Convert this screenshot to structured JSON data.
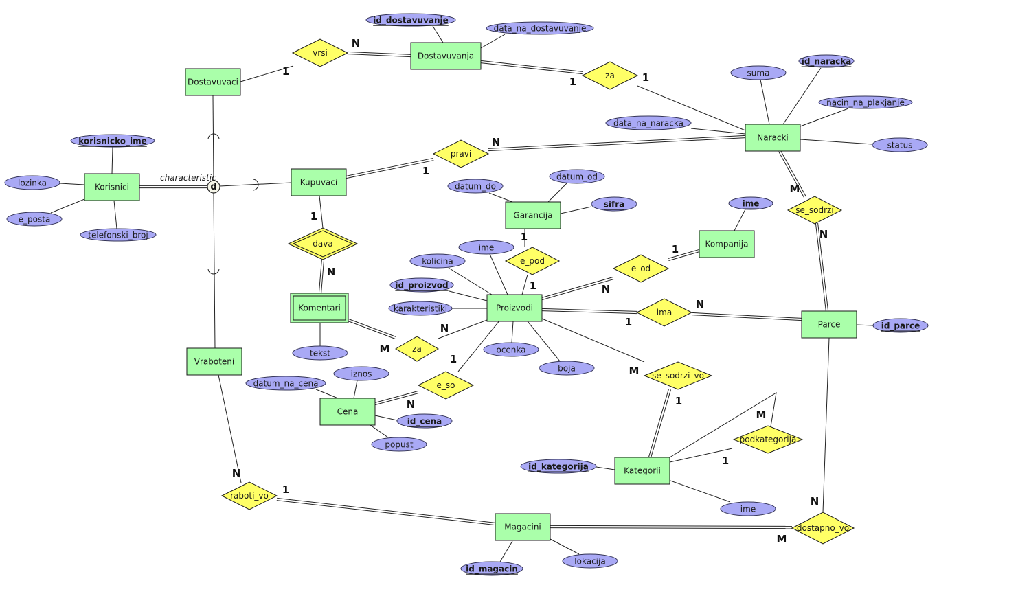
{
  "title": "ER diagram",
  "colors": {
    "entity_fill": "#aaffaa",
    "relationship_fill": "#ffff66",
    "attribute_fill": "#a9a9f5"
  },
  "entities": [
    {
      "id": "Dostavuvaci",
      "label": "Dostavuvaci",
      "weak": false
    },
    {
      "id": "Dostavuvanja",
      "label": "Dostavuvanja",
      "weak": false
    },
    {
      "id": "Naracki",
      "label": "Naracki",
      "weak": false
    },
    {
      "id": "Korisnici",
      "label": "Korisnici",
      "weak": false
    },
    {
      "id": "Kupuvaci",
      "label": "Kupuvaci",
      "weak": false
    },
    {
      "id": "Garancija",
      "label": "Garancija",
      "weak": false
    },
    {
      "id": "Kompanija",
      "label": "Kompanija",
      "weak": false
    },
    {
      "id": "Komentari",
      "label": "Komentari",
      "weak": true
    },
    {
      "id": "Proizvodi",
      "label": "Proizvodi",
      "weak": false
    },
    {
      "id": "Parce",
      "label": "Parce",
      "weak": false
    },
    {
      "id": "Vraboteni",
      "label": "Vraboteni",
      "weak": false
    },
    {
      "id": "Cena",
      "label": "Cena",
      "weak": false
    },
    {
      "id": "Kategorii",
      "label": "Kategorii",
      "weak": false
    },
    {
      "id": "Magacini",
      "label": "Magacini",
      "weak": false
    }
  ],
  "relationships": [
    {
      "id": "vrsi",
      "label": "vrsi",
      "identifying": false
    },
    {
      "id": "za1",
      "label": "za",
      "identifying": false
    },
    {
      "id": "pravi",
      "label": "pravi",
      "identifying": false
    },
    {
      "id": "se_sodrzi",
      "label": "se_sodrzi",
      "identifying": false
    },
    {
      "id": "dava",
      "label": "dava",
      "identifying": true
    },
    {
      "id": "e_pod",
      "label": "e_pod",
      "identifying": false
    },
    {
      "id": "e_od",
      "label": "e_od",
      "identifying": false
    },
    {
      "id": "ima",
      "label": "ima",
      "identifying": false
    },
    {
      "id": "za2",
      "label": "za",
      "identifying": false
    },
    {
      "id": "e_so",
      "label": "e_so",
      "identifying": false
    },
    {
      "id": "se_sodrzi_vo",
      "label": "se_sodrzi_vo",
      "identifying": false
    },
    {
      "id": "podkategorija",
      "label": "podkategorija",
      "identifying": false
    },
    {
      "id": "raboti_vo",
      "label": "raboti_vo",
      "identifying": false
    },
    {
      "id": "dostapno_vo",
      "label": "dostapno_vo",
      "identifying": false
    }
  ],
  "attributes": [
    {
      "id": "a_id_dostavuvanje",
      "label": "id_dostavuvanje",
      "key": true,
      "owner": "Dostavuvanja"
    },
    {
      "id": "a_data_na_dostavuvanje",
      "label": "data_na_dostavuvanje",
      "key": false,
      "owner": "Dostavuvanja"
    },
    {
      "id": "a_suma",
      "label": "suma",
      "key": false,
      "owner": "Naracki"
    },
    {
      "id": "a_id_naracka",
      "label": "id_naracka",
      "key": true,
      "owner": "Naracki"
    },
    {
      "id": "a_nacin_na_plakjanje",
      "label": "nacin_na_plakjanje",
      "key": false,
      "owner": "Naracki"
    },
    {
      "id": "a_data_na_naracka",
      "label": "data_na_naracka",
      "key": false,
      "owner": "Naracki"
    },
    {
      "id": "a_status",
      "label": "status",
      "key": false,
      "owner": "Naracki"
    },
    {
      "id": "a_korisnicko_ime",
      "label": "korisnicko_ime",
      "key": true,
      "owner": "Korisnici"
    },
    {
      "id": "a_lozinka",
      "label": "lozinka",
      "key": false,
      "owner": "Korisnici"
    },
    {
      "id": "a_e_posta",
      "label": "e_posta",
      "key": false,
      "owner": "Korisnici"
    },
    {
      "id": "a_telefonski_broj",
      "label": "telefonski_broj",
      "key": false,
      "owner": "Korisnici"
    },
    {
      "id": "a_datum_do",
      "label": "datum_do",
      "key": false,
      "owner": "Garancija"
    },
    {
      "id": "a_datum_od",
      "label": "datum_od",
      "key": false,
      "owner": "Garancija"
    },
    {
      "id": "a_sifra",
      "label": "sifra",
      "key": true,
      "owner": "Garancija"
    },
    {
      "id": "a_ime_kompanija",
      "label": "ime",
      "key": true,
      "owner": "Kompanija"
    },
    {
      "id": "a_ime_proizvod",
      "label": "ime",
      "key": false,
      "owner": "Proizvodi"
    },
    {
      "id": "a_kolicina",
      "label": "kolicina",
      "key": false,
      "owner": "Proizvodi"
    },
    {
      "id": "a_id_proizvod",
      "label": "id_proizvod",
      "key": true,
      "owner": "Proizvodi"
    },
    {
      "id": "a_karakteristiki",
      "label": "karakteristiki",
      "key": false,
      "owner": "Proizvodi"
    },
    {
      "id": "a_ocenka",
      "label": "ocenka",
      "key": false,
      "owner": "Proizvodi"
    },
    {
      "id": "a_boja",
      "label": "boja",
      "key": false,
      "owner": "Proizvodi"
    },
    {
      "id": "a_tekst",
      "label": "tekst",
      "key": false,
      "owner": "Komentari"
    },
    {
      "id": "a_id_parce",
      "label": "id_parce",
      "key": true,
      "owner": "Parce"
    },
    {
      "id": "a_iznos",
      "label": "iznos",
      "key": false,
      "owner": "Cena"
    },
    {
      "id": "a_datum_na_cena",
      "label": "datum_na_cena",
      "key": false,
      "owner": "Cena"
    },
    {
      "id": "a_id_cena",
      "label": "id_cena",
      "key": true,
      "owner": "Cena"
    },
    {
      "id": "a_popust",
      "label": "popust",
      "key": false,
      "owner": "Cena"
    },
    {
      "id": "a_id_kategorija",
      "label": "id_kategorija",
      "key": true,
      "owner": "Kategorii"
    },
    {
      "id": "a_ime_kategorija",
      "label": "ime",
      "key": false,
      "owner": "Kategorii"
    },
    {
      "id": "a_id_magacin",
      "label": "id_magacin",
      "key": true,
      "owner": "Magacini"
    },
    {
      "id": "a_lokacija",
      "label": "lokacija",
      "key": false,
      "owner": "Magacini"
    }
  ],
  "links": [
    {
      "from": "Dostavuvaci",
      "to": "vrsi",
      "card": "1",
      "total": false
    },
    {
      "from": "vrsi",
      "to": "Dostavuvanja",
      "card": "N",
      "total": true
    },
    {
      "from": "Dostavuvanja",
      "to": "za1",
      "card": "1",
      "total": true
    },
    {
      "from": "za1",
      "to": "Naracki",
      "card": "1",
      "total": false
    },
    {
      "from": "Kupuvaci",
      "to": "pravi",
      "card": "1",
      "total": true
    },
    {
      "from": "pravi",
      "to": "Naracki",
      "card": "N",
      "total": true
    },
    {
      "from": "Naracki",
      "to": "se_sodrzi",
      "card": "M",
      "total": true
    },
    {
      "from": "se_sodrzi",
      "to": "Parce",
      "card": "N",
      "total": true
    },
    {
      "from": "Kupuvaci",
      "to": "dava",
      "card": "1",
      "total": false
    },
    {
      "from": "dava",
      "to": "Komentari",
      "card": "N",
      "total": true
    },
    {
      "from": "Garancija",
      "to": "e_pod",
      "card": "1",
      "total": false
    },
    {
      "from": "e_pod",
      "to": "Proizvodi",
      "card": "1",
      "total": false
    },
    {
      "from": "Proizvodi",
      "to": "e_od",
      "card": "N",
      "total": true
    },
    {
      "from": "e_od",
      "to": "Kompanija",
      "card": "1",
      "total": true
    },
    {
      "from": "Proizvodi",
      "to": "ima",
      "card": "1",
      "total": true
    },
    {
      "from": "ima",
      "to": "Parce",
      "card": "N",
      "total": true
    },
    {
      "from": "Komentari",
      "to": "za2",
      "card": "M",
      "total": true
    },
    {
      "from": "za2",
      "to": "Proizvodi",
      "card": "N",
      "total": false
    },
    {
      "from": "Proizvodi",
      "to": "e_so",
      "card": "1",
      "total": false
    },
    {
      "from": "e_so",
      "to": "Cena",
      "card": "N",
      "total": true
    },
    {
      "from": "Proizvodi",
      "to": "se_sodrzi_vo",
      "card": "M",
      "total": false
    },
    {
      "from": "se_sodrzi_vo",
      "to": "Kategorii",
      "card": "1",
      "total": true
    },
    {
      "from": "Kategorii",
      "to": "podkategorija",
      "card": "1",
      "total": false
    },
    {
      "from": "Kategorii",
      "to": "podkategorija",
      "card": "M",
      "total": false
    },
    {
      "from": "Vraboteni",
      "to": "raboti_vo",
      "card": "N",
      "total": false
    },
    {
      "from": "raboti_vo",
      "to": "Magacini",
      "card": "1",
      "total": true
    },
    {
      "from": "Magacini",
      "to": "dostapno_vo",
      "card": "M",
      "total": true
    },
    {
      "from": "dostapno_vo",
      "to": "Parce",
      "card": "N",
      "total": false
    }
  ],
  "specialization": {
    "superclass": "Korisnici",
    "subclasses": [
      "Dostavuvaci",
      "Kupuvaci",
      "Vraboteni"
    ],
    "type_symbol": "d",
    "label": "characteristic",
    "total": true
  }
}
